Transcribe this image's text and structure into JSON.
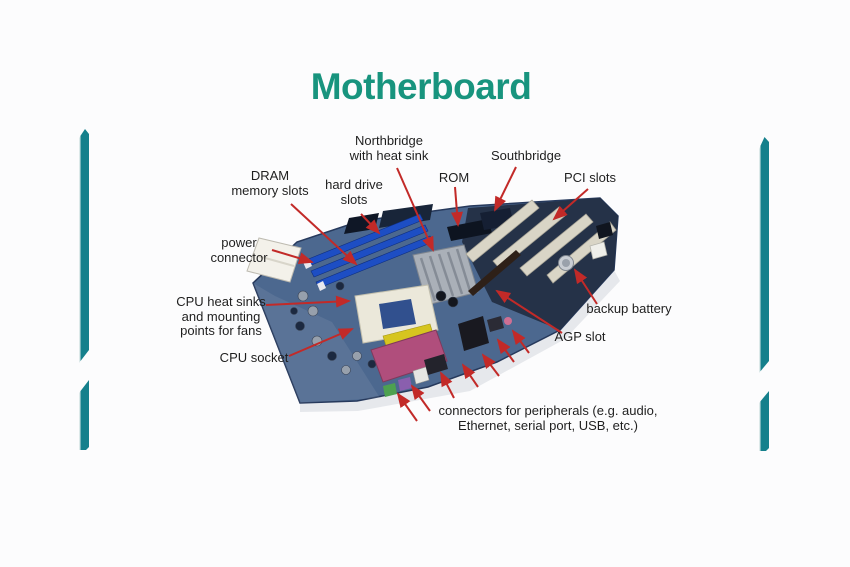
{
  "slide": {
    "title": "Motherboard"
  },
  "labels": {
    "northbridge": "Northbridge\nwith heat sink",
    "dram": "DRAM\nmemory slots",
    "hard_drive": "hard drive\nslots",
    "rom": "ROM",
    "southbridge": "Southbridge",
    "pci": "PCI slots",
    "power": "power\nconnector",
    "cpu_heatsink": "CPU heat sinks\nand mounting\npoints for fans",
    "cpu_socket": "CPU socket",
    "backup_battery": "backup battery",
    "agp": "AGP slot",
    "peripherals": "connectors for peripherals (e.g. audio,\nEthernet, serial port, USB, etc.)"
  },
  "colors": {
    "title_teal": "#18947e",
    "decor_teal": "#15808c",
    "arrow_red": "#c22a28",
    "label_text": "#1f1f1f",
    "board_blue": "#4c688f",
    "board_dark": "#232f44",
    "dram_blue": "#1d4ec4",
    "pci_cream": "#d9d5c6",
    "heatsink_silver": "#aab0b8"
  }
}
